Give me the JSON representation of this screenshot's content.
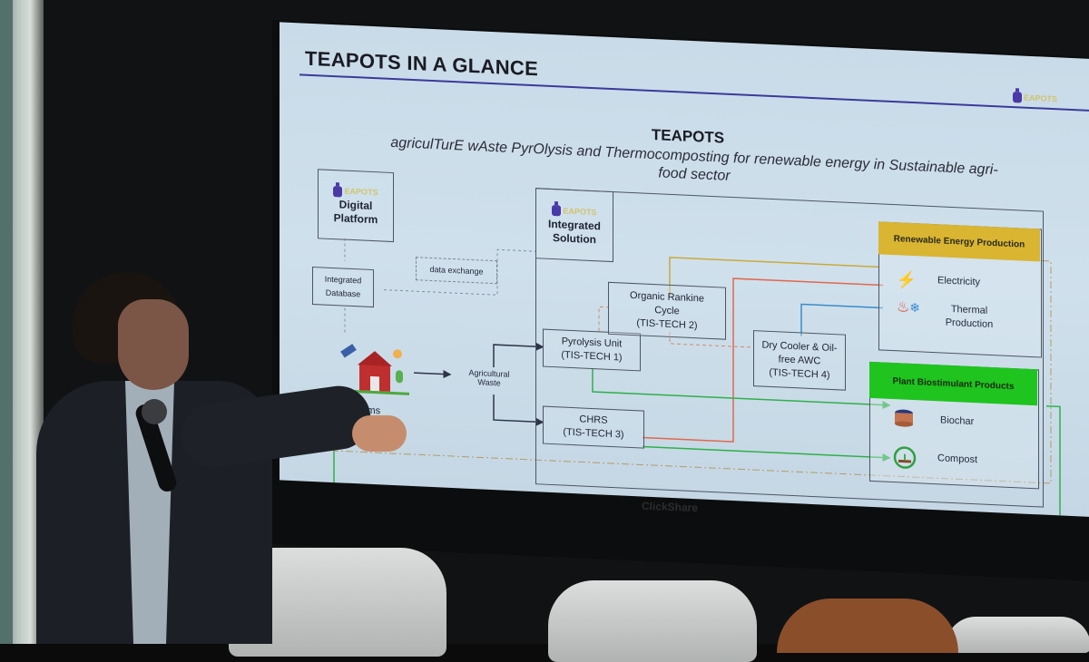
{
  "slide": {
    "title": "TEAPOTS IN A GLANCE",
    "logo_text": "EAPOTS",
    "project_name": "TEAPOTS",
    "project_expansion_line1": "agriculTurE wAste PyrOlysis and Thermocomposting for renewable energy in Sustainable agri-",
    "project_expansion_line2": "food sector",
    "boxes": {
      "digital_platform": "Digital Platform",
      "integrated_database": "Integrated Database",
      "data_exchange": "data exchange",
      "farms": "Farms",
      "agricultural_waste": "Agricultural Waste",
      "integrated_solution": "Integrated Solution",
      "pyrolysis_unit": "Pyrolysis Unit",
      "pyrolysis_code": "(TIS-TECH 1)",
      "orc": "Organic Rankine Cycle",
      "orc_code": "(TIS-TECH 2)",
      "chrs": "CHRS",
      "chrs_code": "(TIS-TECH 3)",
      "dry_cooler": "Dry Cooler & Oil-free AWC",
      "dry_cooler_code": "(TIS-TECH 4)"
    },
    "outputs": {
      "energy_header": "Renewable Energy Production",
      "electricity": "Electricity",
      "thermal": "Thermal Production",
      "bio_header": "Plant Biostimulant Products",
      "biochar": "Biochar",
      "compost": "Compost"
    },
    "colors": {
      "energy_header": "#d9b531",
      "bio_header": "#1fc41f",
      "title_rule": "#3b3a9a",
      "electricity_line": "#c9a93a",
      "thermal_red_line": "#e0694d",
      "thermal_blue_line": "#3a8cc8",
      "green_line": "#2fb04a"
    }
  },
  "display_brand": "ClickShare"
}
